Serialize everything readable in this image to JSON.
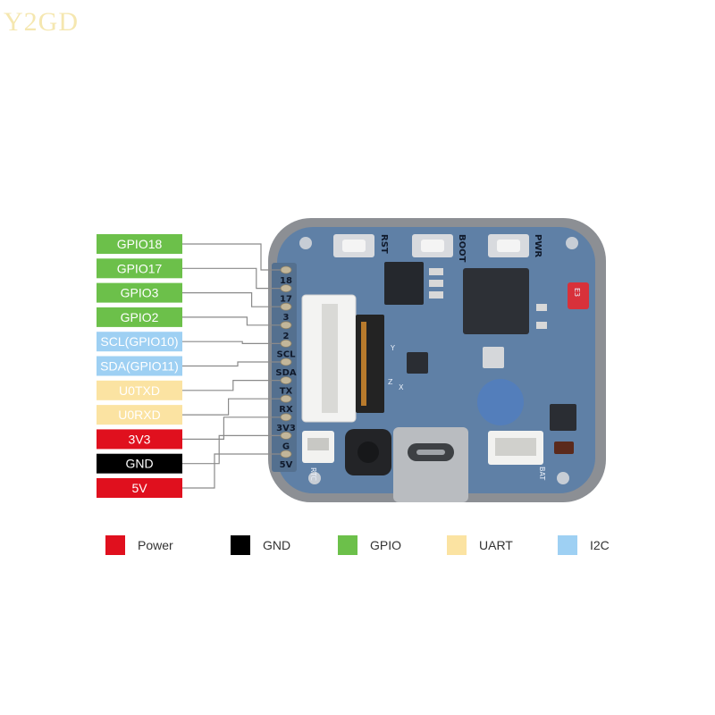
{
  "watermark": "Y2GD",
  "pins": [
    {
      "label": "GPIO18",
      "board_label": "18",
      "category": "gpio"
    },
    {
      "label": "GPIO17",
      "board_label": "17",
      "category": "gpio"
    },
    {
      "label": "GPIO3",
      "board_label": "3",
      "category": "gpio"
    },
    {
      "label": "GPIO2",
      "board_label": "2",
      "category": "gpio"
    },
    {
      "label": "SCL(GPIO10)",
      "board_label": "SCL",
      "category": "i2c"
    },
    {
      "label": "SDA(GPIO11)",
      "board_label": "SDA",
      "category": "i2c"
    },
    {
      "label": "U0TXD",
      "board_label": "TX",
      "category": "uart"
    },
    {
      "label": "U0RXD",
      "board_label": "RX",
      "category": "uart"
    },
    {
      "label": "3V3",
      "board_label": "3V3",
      "category": "power"
    },
    {
      "label": "GND",
      "board_label": "G",
      "category": "gnd"
    },
    {
      "label": "5V",
      "board_label": "5V",
      "category": "power"
    }
  ],
  "board": {
    "buttons": [
      "RST",
      "BOOT",
      "PWR"
    ],
    "silkscreen": [
      "RTC",
      "BAT",
      "E3",
      "Y",
      "X",
      "Z"
    ]
  },
  "categories": {
    "power": {
      "name": "Power",
      "color": "#e0101e",
      "text_color": "#ffffff"
    },
    "gnd": {
      "name": "GND",
      "color": "#000000",
      "text_color": "#ffffff"
    },
    "gpio": {
      "name": "GPIO",
      "color": "#6cc04a",
      "text_color": "#ffffff"
    },
    "uart": {
      "name": "UART",
      "color": "#fbe3a2",
      "text_color": "#ffffff"
    },
    "i2c": {
      "name": "I2C",
      "color": "#9ed0f3",
      "text_color": "#ffffff"
    }
  },
  "legend_order": [
    "power",
    "gnd",
    "gpio",
    "uart",
    "i2c"
  ]
}
